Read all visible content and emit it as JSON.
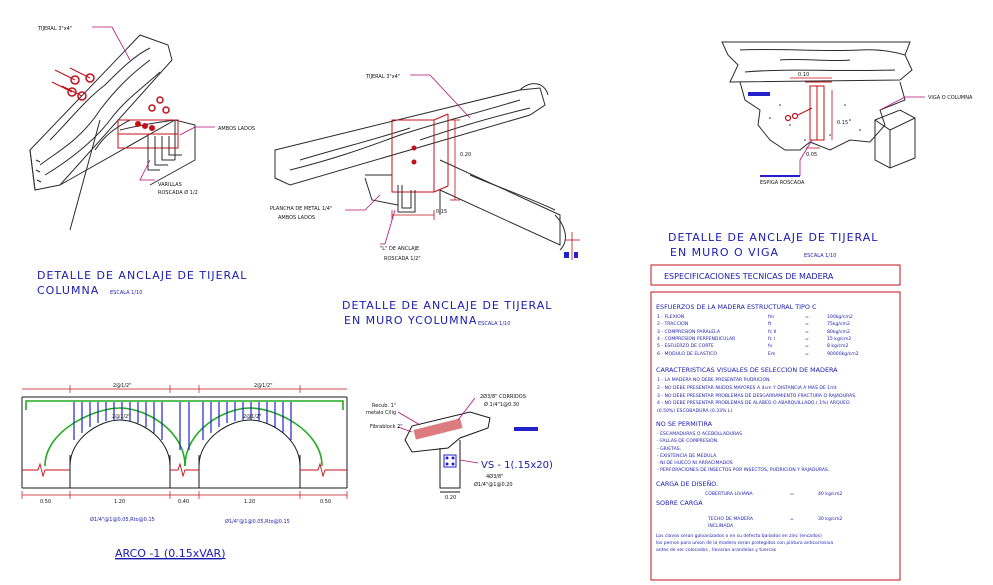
{
  "colors": {
    "wood": "#2b2b2b",
    "dim_red": "#c0101a",
    "label_blue": "#1a1ab0",
    "metal_blue": "#2222cc",
    "arch_green": "#22aa22",
    "leader_magenta": "#b0107a",
    "spec_border": "#c0101a"
  },
  "detail_column": {
    "label_tijeral": "TIJERAL 3\"x4\"",
    "label_ambos": "AMBOS LADOS",
    "label_varillas_1": "VARILLAS",
    "label_varillas_2": "ROSCADA Ø 1/2",
    "title_line1": "DETALLE DE ANCLAJE DE TIJERAL",
    "title_line2": "COLUMNA",
    "scale": "ESCALA 1/10"
  },
  "detail_muro_col": {
    "label_tijeral": "TIJERAL 3\"x4\"",
    "label_plancha_1": "PLANCHA DE METAL 1/4\"",
    "label_plancha_2": "AMBOS LADOS",
    "label_u_1": "\"L\" DE ANCLAJE",
    "label_u_2": "ROSCADA 1/2\"",
    "dim_020": "0.20",
    "dim_015": "0.15",
    "title_line1": "DETALLE DE ANCLAJE DE TIJERAL",
    "title_line2": "EN MURO YCOLUMNA",
    "scale": "ESCALA 1/10"
  },
  "detail_muro_viga": {
    "label_viga": "VIGA O COLUMNA",
    "label_esparrago": "ESPIGA ROSCADA",
    "dim_010": "0.10",
    "dim_015": "0.15",
    "dim_005": "0.05",
    "title_line1": "DETALLE DE ANCLAJE DE TIJERAL",
    "title_line2": "EN MURO O VIGA",
    "scale": "ESCALA 1/10"
  },
  "specs": {
    "header": "ESPECIFICACIONES TECNICAS DE MADERA",
    "esfuerzos_title": "ESFUERZOS DE LA MADERA ESTRUCTURAL TIPO C",
    "esfuerzos": [
      {
        "name": "1 - FLEXION",
        "sym": "fm",
        "eq": "=",
        "val": "100kg/cm2"
      },
      {
        "name": "2 - TRACCION",
        "sym": "ft",
        "eq": "=",
        "val": "75kg/cm2"
      },
      {
        "name": "3 - COMPRESION PARALELA",
        "sym": "fc II",
        "eq": "=",
        "val": "80kg/cm2"
      },
      {
        "name": "4 - COMPRESION PERPENDICULAR",
        "sym": "fc l",
        "eq": "=",
        "val": "15 kg/cm2"
      },
      {
        "name": "5 - ESFUERZO DE CORTE",
        "sym": "fv",
        "eq": "=",
        "val": "8 kg/cm2"
      },
      {
        "name": "6 - MODULO DE ELASTICO",
        "sym": "Em",
        "eq": "=",
        "val": "90000kg/cm2"
      }
    ],
    "caracteristicas_title": "CARACTERISTICAS VISUALES DE SELECCION DE MADERA",
    "caracteristicas": [
      "1 - LA MADERA NO DEBE PRESENTAR PUDRICION",
      "2 - NO DEBE PRESENTAR NUDOS MAYORES A 4cm Y DISTANCIA A MAS DE 1mt",
      "3 - NO DEBE PRESENTAR PROBLEMAS DE DESGARRAMIENTO FRACTURA O RAJADURAS.",
      "4 - NO DEBE PRESENTAR PROBLEMAS DE ALABEO O ABARQUILLADO ( 1%) ARQUEO",
      "    (0.50%) ESCOBADURA   (0.33% L)"
    ],
    "no_permitira_title": "NO SE PERMITIRA",
    "no_permitira": [
      "- ESCAMADURAS O ACEBOLLADURAS",
      "- FALLAS DE COMPRESION.",
      "- GRIETAS.",
      "- EXISTENCIA DE MEDULA.",
      "- NI DE HUECO NI ARRACIMADOS",
      "- PERFORACIONES DE INSECTOS POR INSECTOS, PUDRICION Y RAJADURAS."
    ],
    "carga_title": "CARGA DE DISEÑO.",
    "carga_row": {
      "name": "COBERTURA LIVIANA",
      "eq": "=",
      "val": "40 kg/cm2"
    },
    "sobrecarga_title": "SOBRE CARGA",
    "sobrecarga_row": {
      "name": "TECHO DE MADERA",
      "eq": "=",
      "val": "30 kg/cm2"
    },
    "sobrecarga_sub": "INCLINADA",
    "notes": [
      "Los clavos seran galvanizados o en su defecto baiiados en zinc (encados)",
      "los pernos para union de la madera seran protegidos con pintura anticorrosiva",
      "antes de ser colocados , llevaran arandelas y tuercas"
    ]
  },
  "arco": {
    "dim_top_left": "2@1/2\"",
    "dim_top_right": "2@1/2\"",
    "dim_mid_left": "2@1/2\"",
    "dim_mid_right": "2@1/2\"",
    "dims_bottom": [
      "0.50",
      "1.20",
      "0.40",
      "1.20",
      "0.50"
    ],
    "stirrups_left": "Ø1/4\"@1@0.05,Rto@0.15",
    "stirrups_right": "Ø1/4\"@1@0.05,Rto@0.15",
    "title": "ARCO -1 (0.15xVAR)"
  },
  "vs_section": {
    "label_recub_1": "Recub. 1\"",
    "label_recub_2": "metalo C/lig",
    "label_fibra": "Fibrablock 2\"",
    "label_corridos_1": "2Ø3/8\" CORRIDOS",
    "label_corridos_2": "Ø 1/4\"1@0.30",
    "title": "VS - 1(.15x20)",
    "label_bot_1": "4Ø3/8\"",
    "label_bot_2": "Ø1/4\"@1@0.20",
    "dim": "0.20"
  }
}
